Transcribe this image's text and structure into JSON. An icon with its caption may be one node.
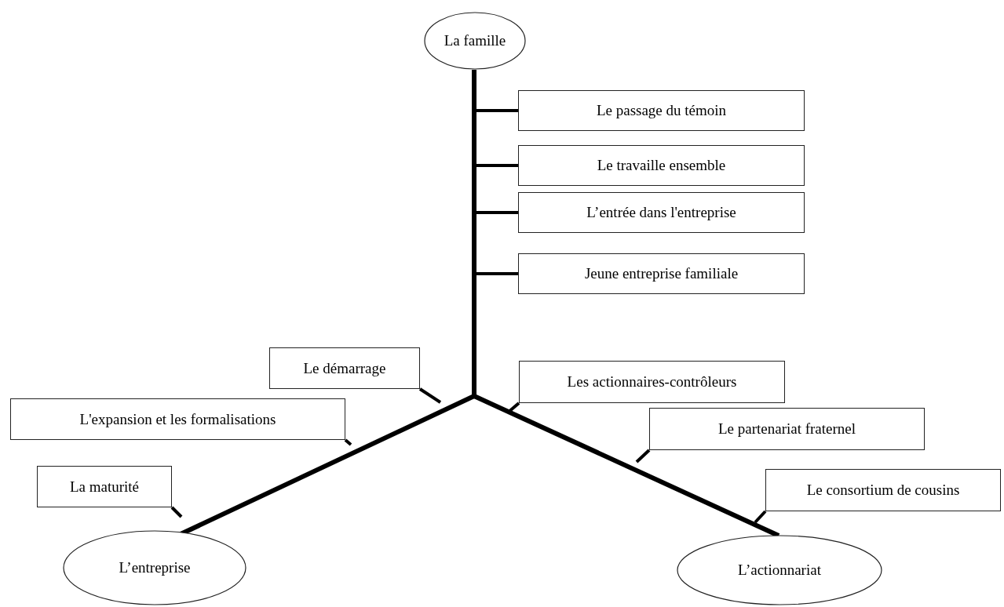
{
  "diagram": {
    "nodes": [
      {
        "text": [
          "La famille"
        ]
      },
      {
        "text": [
          "Le passage du témoin"
        ]
      },
      {
        "text": [
          "Le travaille ensemble"
        ]
      },
      {
        "text": [
          "L’entrée dans l'entreprise"
        ]
      },
      {
        "text": [
          "Jeune entreprise familiale"
        ]
      },
      {
        "text": [
          "Le démarrage"
        ]
      },
      {
        "text": [
          "L'expansion et les formalisations"
        ]
      },
      {
        "text": [
          "La maturité"
        ]
      },
      {
        "text": [
          "L’entreprise"
        ]
      },
      {
        "text": [
          "Les actionnaires-contrôleurs"
        ]
      },
      {
        "text": [
          "Le partenariat fraternel"
        ]
      },
      {
        "text": [
          "Le consortium de cousins"
        ]
      },
      {
        "text": [
          "L’actionnariat"
        ]
      }
    ],
    "edges": [
      {
        "from": null,
        "to": 0,
        "arrow": "none"
      },
      {
        "from": null,
        "to": 8,
        "arrow": "none"
      },
      {
        "from": null,
        "to": 12,
        "arrow": "none"
      },
      {
        "from": 1,
        "to": null,
        "arrow": "none"
      },
      {
        "from": 2,
        "to": null,
        "arrow": "none"
      },
      {
        "from": 3,
        "to": null,
        "arrow": "none"
      },
      {
        "from": 4,
        "to": null,
        "arrow": "none"
      },
      {
        "from": 5,
        "to": null,
        "arrow": "none"
      },
      {
        "from": 6,
        "to": null,
        "arrow": "none"
      },
      {
        "from": 7,
        "to": null,
        "arrow": "none"
      },
      {
        "from": 9,
        "to": null,
        "arrow": "none"
      },
      {
        "from": 10,
        "to": null,
        "arrow": "none"
      },
      {
        "from": 11,
        "to": null,
        "arrow": "none"
      }
    ]
  }
}
